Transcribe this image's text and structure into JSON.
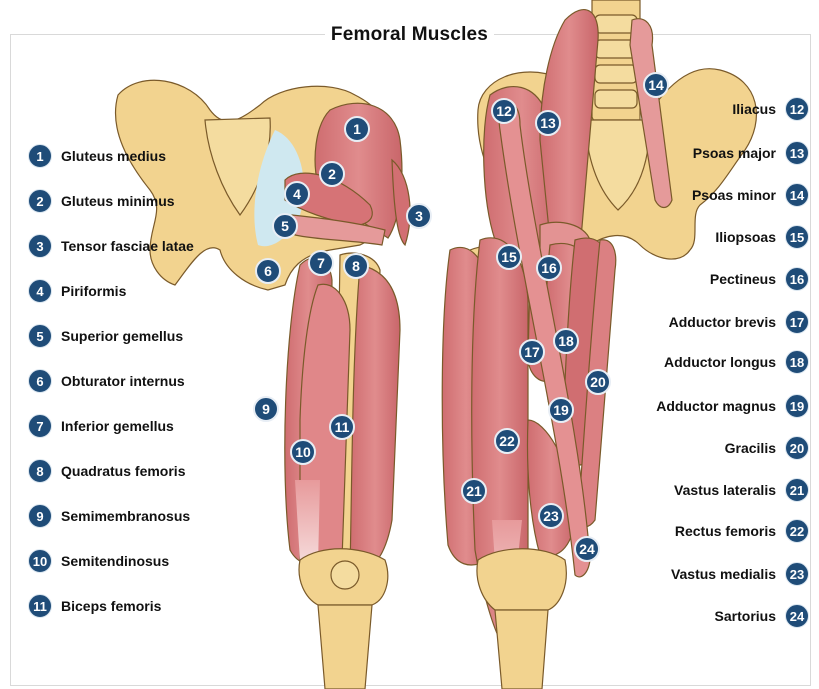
{
  "title": "Femoral Muscles",
  "colors": {
    "badge": "#1f4c78",
    "bone": "#f2d38f",
    "muscle": "#d9797b",
    "muscle_light": "#f0c3c4"
  },
  "legend_left": [
    {
      "num": "1",
      "name": "Gluteus medius"
    },
    {
      "num": "2",
      "name": "Gluteus minimus"
    },
    {
      "num": "3",
      "name": "Tensor fasciae latae"
    },
    {
      "num": "4",
      "name": "Piriformis"
    },
    {
      "num": "5",
      "name": "Superior gemellus"
    },
    {
      "num": "6",
      "name": "Obturator internus"
    },
    {
      "num": "7",
      "name": "Inferior gemellus"
    },
    {
      "num": "8",
      "name": "Quadratus femoris"
    },
    {
      "num": "9",
      "name": "Semimembranosus"
    },
    {
      "num": "10",
      "name": "Semitendinosus"
    },
    {
      "num": "11",
      "name": "Biceps femoris"
    }
  ],
  "legend_right": [
    {
      "num": "12",
      "name": "Iliacus"
    },
    {
      "num": "13",
      "name": "Psoas major"
    },
    {
      "num": "14",
      "name": "Psoas minor"
    },
    {
      "num": "15",
      "name": "Iliopsoas"
    },
    {
      "num": "16",
      "name": "Pectineus"
    },
    {
      "num": "17",
      "name": "Adductor brevis"
    },
    {
      "num": "18",
      "name": "Adductor longus"
    },
    {
      "num": "19",
      "name": "Adductor magnus"
    },
    {
      "num": "20",
      "name": "Gracilis"
    },
    {
      "num": "21",
      "name": "Vastus lateralis"
    },
    {
      "num": "22",
      "name": "Rectus femoris"
    },
    {
      "num": "23",
      "name": "Vastus medialis"
    },
    {
      "num": "24",
      "name": "Sartorius"
    }
  ],
  "markers": {
    "m1": "1",
    "m2": "2",
    "m3": "3",
    "m4": "4",
    "m5": "5",
    "m6": "6",
    "m7": "7",
    "m8": "8",
    "m9": "9",
    "m10": "10",
    "m11": "11",
    "m12": "12",
    "m13": "13",
    "m14": "14",
    "m15": "15",
    "m16": "16",
    "m17": "17",
    "m18": "18",
    "m19": "19",
    "m20": "20",
    "m21": "21",
    "m22": "22",
    "m23": "23",
    "m24": "24"
  }
}
